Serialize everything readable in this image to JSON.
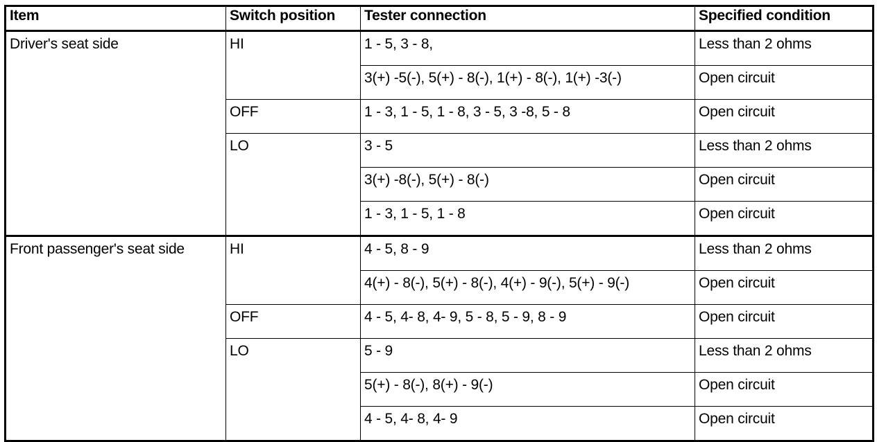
{
  "table": {
    "headers": [
      "Item",
      "Switch position",
      "Tester connection",
      "Specified condition"
    ],
    "groups": [
      {
        "item": "Driver's seat side",
        "switch_blocks": [
          {
            "position": "HI",
            "rows": [
              {
                "tester": "1 - 5, 3 - 8,",
                "condition": "Less than 2 ohms"
              },
              {
                "tester": "3(+) -5(-), 5(+) - 8(-), 1(+) - 8(-), 1(+) -3(-)",
                "condition": "Open circuit"
              }
            ]
          },
          {
            "position": "OFF",
            "rows": [
              {
                "tester": "1 - 3, 1 - 5, 1 - 8, 3 - 5, 3 -8, 5 - 8",
                "condition": "Open circuit"
              }
            ]
          },
          {
            "position": "LO",
            "rows": [
              {
                "tester": "3 - 5",
                "condition": "Less than 2 ohms"
              },
              {
                "tester": "3(+) -8(-), 5(+) - 8(-)",
                "condition": "Open circuit"
              },
              {
                "tester": "1 - 3, 1 - 5, 1 - 8",
                "condition": "Open circuit"
              }
            ]
          }
        ]
      },
      {
        "item": "Front passenger's seat side",
        "switch_blocks": [
          {
            "position": "HI",
            "rows": [
              {
                "tester": "4 - 5, 8 - 9",
                "condition": "Less than 2 ohms"
              },
              {
                "tester": "4(+) - 8(-), 5(+) - 8(-), 4(+) - 9(-), 5(+) - 9(-)",
                "condition": "Open circuit"
              }
            ]
          },
          {
            "position": "OFF",
            "rows": [
              {
                "tester": "4 - 5, 4- 8, 4- 9, 5 - 8, 5 - 9, 8 - 9",
                "condition": "Open circuit"
              }
            ]
          },
          {
            "position": "LO",
            "rows": [
              {
                "tester": "5 - 9",
                "condition": "Less than 2 ohms"
              },
              {
                "tester": "5(+) - 8(-), 8(+) - 9(-)",
                "condition": "Open circuit"
              },
              {
                "tester": "4 - 5, 4- 8, 4- 9",
                "condition": "Open circuit"
              }
            ]
          }
        ]
      }
    ]
  },
  "colors": {
    "border": "#000000",
    "text": "#000000",
    "background": "#ffffff"
  }
}
